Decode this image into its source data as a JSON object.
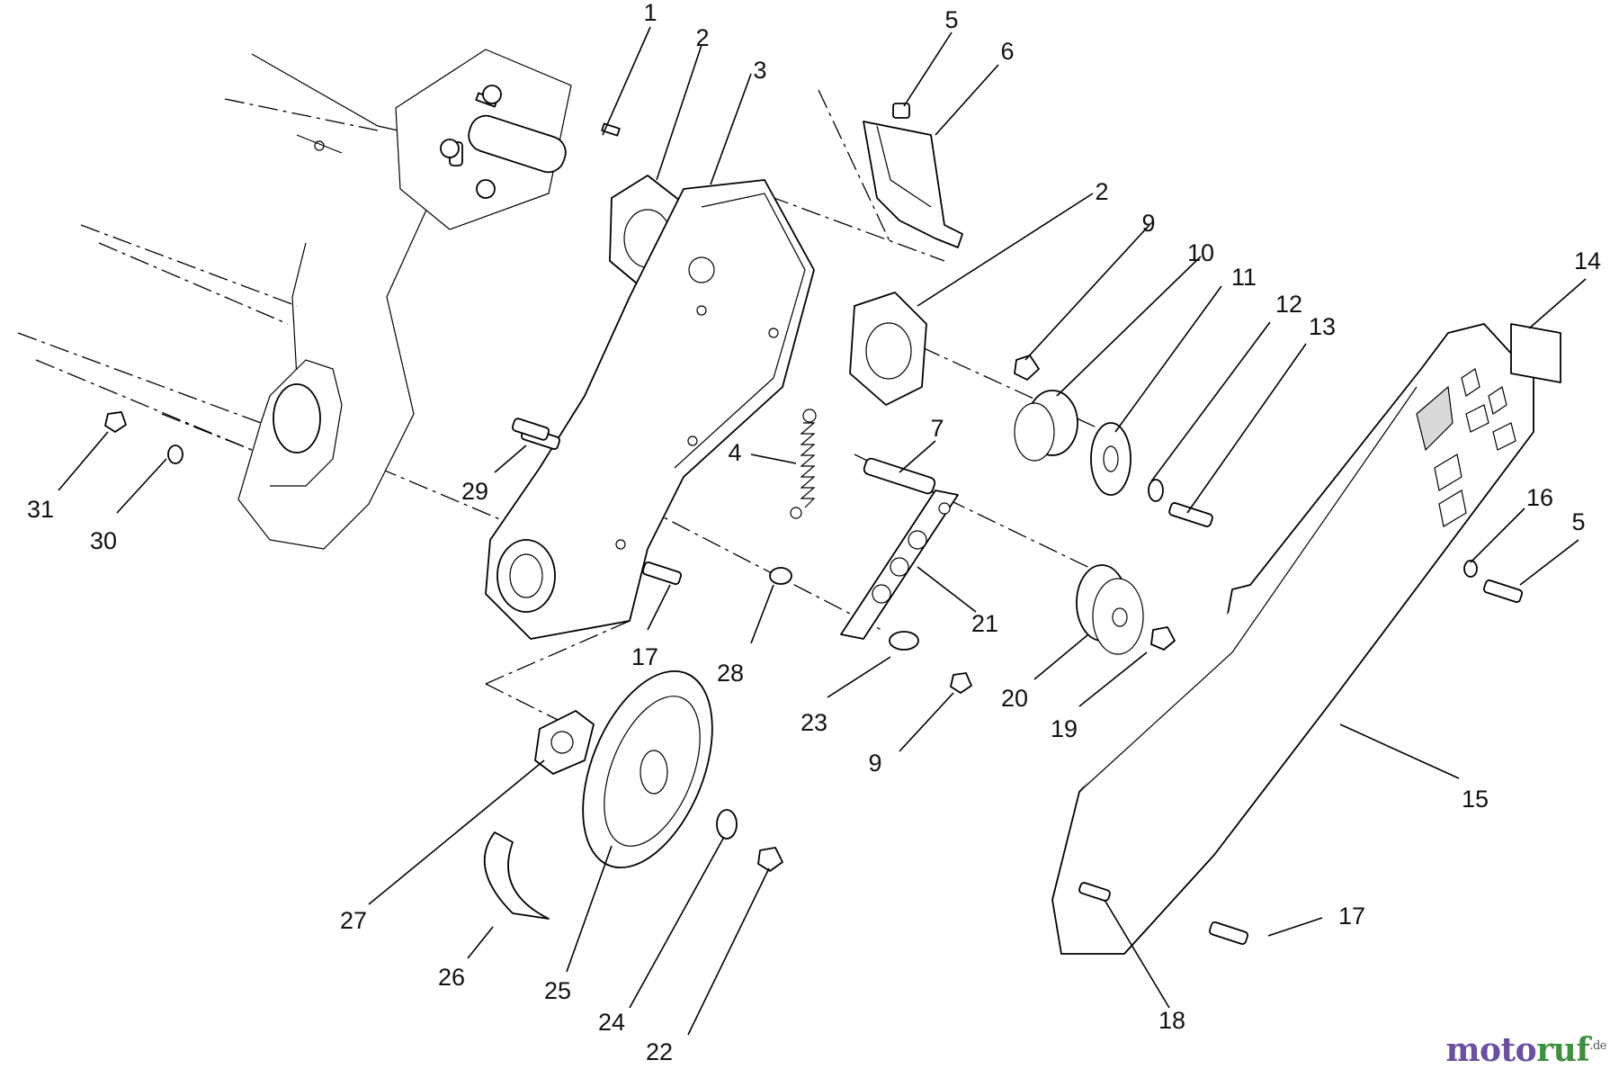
{
  "diagram": {
    "callouts": [
      "1",
      "2",
      "3",
      "5",
      "6",
      "2",
      "9",
      "10",
      "11",
      "12",
      "13",
      "14",
      "4",
      "7",
      "31",
      "30",
      "29",
      "17",
      "28",
      "21",
      "16",
      "5",
      "23",
      "20",
      "19",
      "9",
      "27",
      "26",
      "25",
      "24",
      "22",
      "15",
      "17",
      "18"
    ]
  },
  "watermark": {
    "part1": "moto",
    "part2": "ruf",
    "suffix": ".de"
  }
}
